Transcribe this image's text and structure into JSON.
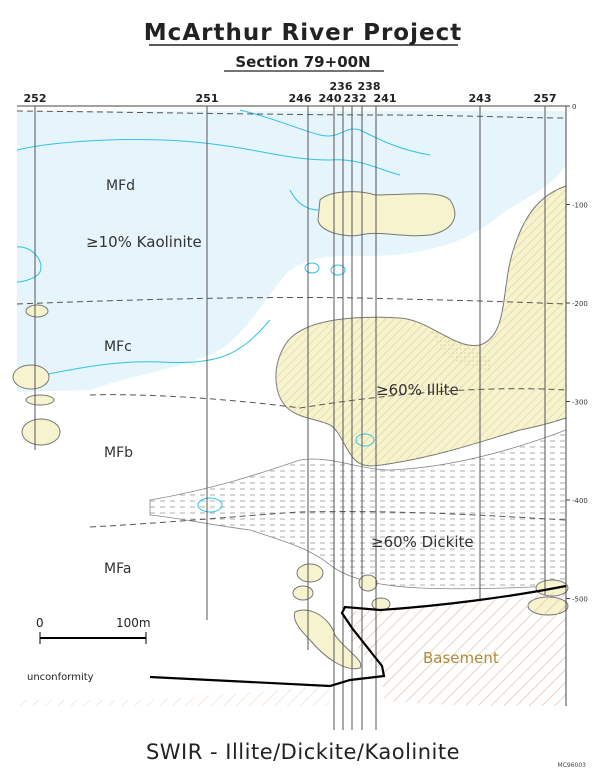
{
  "title": "McArthur River Project",
  "subtitle": "Section 79+00N",
  "footer_title": "SWIR - Illite/Dickite/Kaolinite",
  "figure_code": "MC96003",
  "holes": [
    {
      "label": "252"
    },
    {
      "label": "251"
    },
    {
      "label": "246"
    },
    {
      "label": "240"
    },
    {
      "label": "236"
    },
    {
      "label": "232"
    },
    {
      "label": "238"
    },
    {
      "label": "241"
    },
    {
      "label": "243"
    },
    {
      "label": "257"
    }
  ],
  "depth_ticks": [
    "0",
    "-100",
    "-200",
    "-300",
    "-400",
    "-500"
  ],
  "units": {
    "mfd": "MFd",
    "mfc": "MFc",
    "mfb": "MFb",
    "mfa": "MFa"
  },
  "zones": {
    "kaolinite": "≥10% Kaolinite",
    "illite": "≥60% Illite",
    "dickite": "≥60% Dickite",
    "basement": "Basement",
    "unconformity": "unconformity"
  },
  "scale_bar": {
    "start": "0",
    "end": "100m"
  },
  "colors": {
    "kaolinite_fill": "#e6f4fb",
    "kaolinite_line": "#2ec4e8",
    "illite_fill": "#f7f3cf",
    "illite_hatch": "#d8cc8a",
    "basement_text": "#b08a3a",
    "basement_hatch": "#d8b9a0",
    "dickite_dash": "#7d7d7d"
  }
}
